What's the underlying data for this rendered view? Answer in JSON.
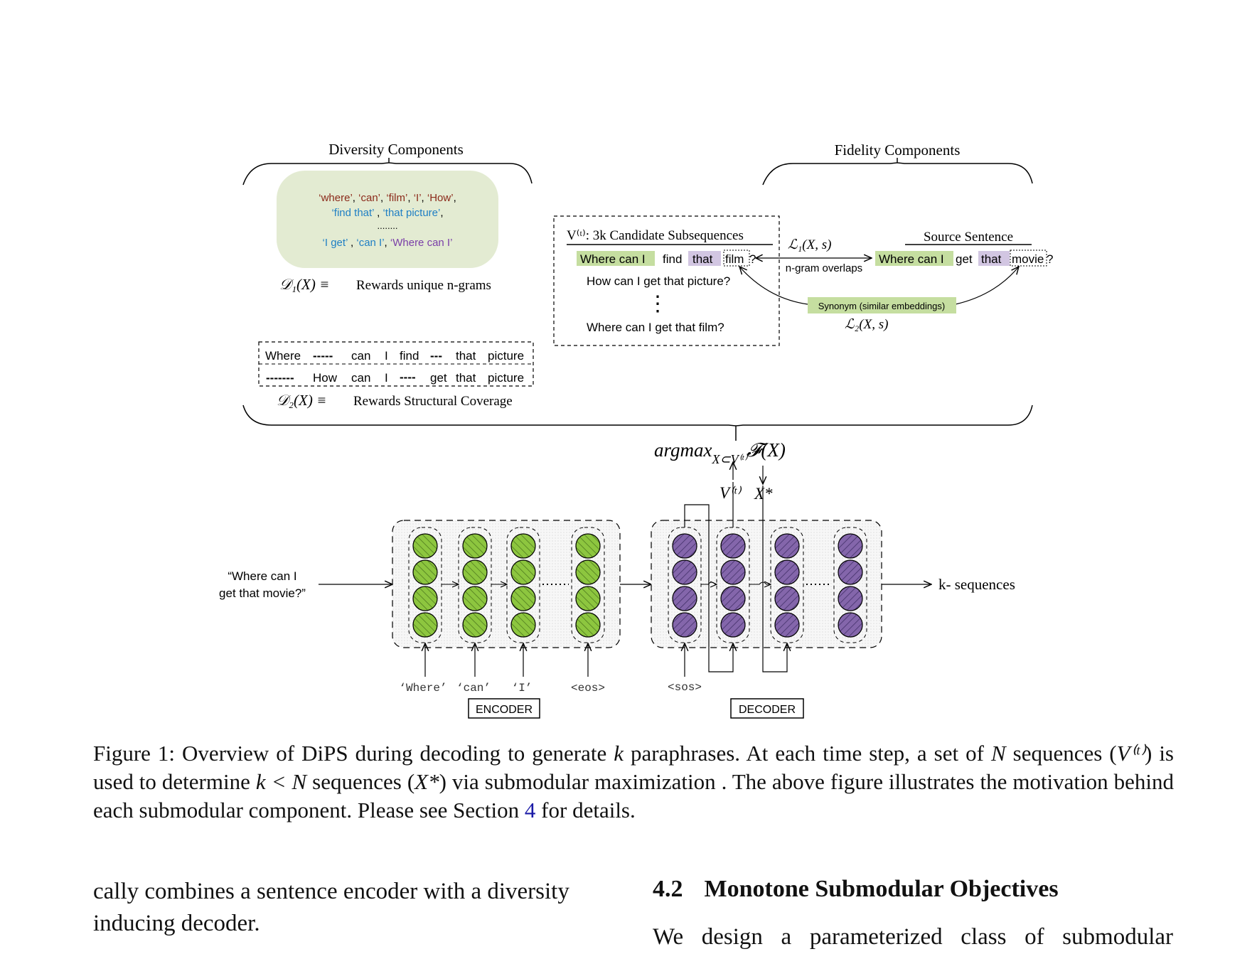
{
  "diversity": {
    "title": "Diversity Components",
    "ngrams_line1": [
      "‘where’",
      "‘can’",
      "‘film’",
      "‘I’",
      "‘How’"
    ],
    "ngrams_line2": [
      "‘find that’",
      "‘that picture’"
    ],
    "ngrams_dots": "........",
    "ngrams_line3": [
      "‘I get’",
      "‘can I’",
      "‘Where can I’"
    ],
    "d1_symbol": "𝒟₁(X) ≡",
    "d1_text": "Rewards unique n-grams",
    "struct_row1": [
      "Where",
      "-----",
      "can",
      "I",
      "find",
      "---",
      "that",
      "picture"
    ],
    "struct_row2": [
      "-------",
      "How",
      "can",
      "I",
      "----",
      "get",
      "that",
      "picture"
    ],
    "d2_symbol": "𝒟₂(X) ≡",
    "d2_text": "Rewards Structural Coverage"
  },
  "fidelity": {
    "title": "Fidelity Components",
    "candidates_title": "V⁽ᵗ⁾: 3k Candidate Subsequences",
    "cand1": [
      "Where can I",
      "find",
      "that",
      "film",
      "?"
    ],
    "cand2": "How can I get that picture?",
    "cand_dots": "⋮",
    "cand3": "Where can I get that film?",
    "l1": "ℒ₁(X, s)",
    "ngram_label": "n-gram overlaps",
    "source_title": "Source Sentence",
    "source": [
      "Where can I",
      "get",
      "that",
      "movie",
      "?"
    ],
    "synonym": "Synonym (similar embeddings)",
    "l2": "ℒ₂(X, s)"
  },
  "objective": {
    "argmax": "argmax",
    "sub": "X⊂V⁽ᵗ⁾",
    "f": "𝓕(X)",
    "v": "V⁽ᵗ⁾",
    "x": "X*"
  },
  "model": {
    "input": [
      "“Where can I",
      "get that movie?”"
    ],
    "encoder_tokens": [
      "‘Where’",
      "‘can’",
      "‘I’",
      "<eos>"
    ],
    "decoder_token": "<sos>",
    "encoder_label": "ENCODER",
    "decoder_label": "DECODER",
    "output": "k- sequences"
  },
  "colors": {
    "green_cell": "#8dc63f",
    "purple_cell": "#8466ab",
    "green_hl": "#c5dea0",
    "purple_hl": "#d2c6e2",
    "ngram_box": "#e3ebd2",
    "word_brown": "#8b2a1a",
    "word_blue": "#1f7fc4",
    "word_purple": "#7a3ea8"
  },
  "caption": {
    "prefix": "Figure 1:  Overview of DiPS during decoding to generate ",
    "k": "k",
    "mid1": " paraphrases. At each time step, a set of ",
    "N": "N",
    "mid2": " sequences (",
    "vt": "V⁽ᵗ⁾",
    "mid3": ") is used to determine ",
    "kn": "k < N",
    "mid4": " sequences (",
    "xs": "X*",
    "mid5": ") via submodular maximization . The above figure illustrates the motivation behind each submodular component. Please see Section ",
    "ref": "4",
    "suffix": " for details."
  },
  "body_left": "cally combines a sentence encoder with a diversity inducing decoder.",
  "section": {
    "number": "4.2",
    "title": "Monotone Submodular Objectives"
  },
  "body_right": "We design a parameterized class of submodular"
}
